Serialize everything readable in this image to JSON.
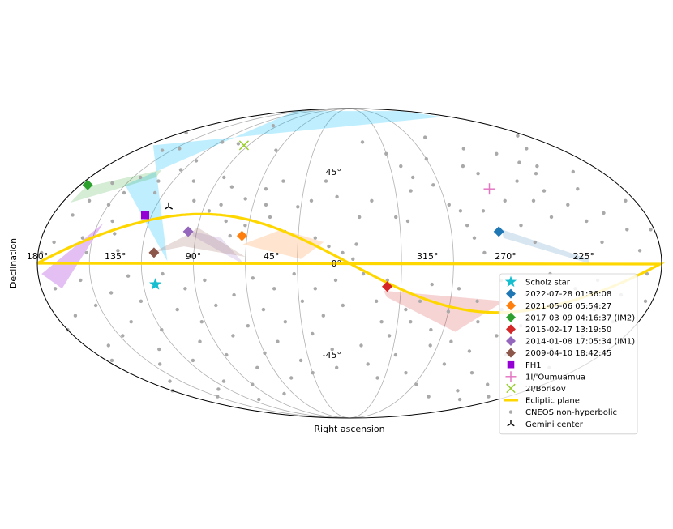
{
  "chart_data": {
    "type": "scatter",
    "projection": "mollweide",
    "xlabel": "Right ascension",
    "ylabel": "Declination",
    "grid": true,
    "legend_position": "lower-right",
    "ra_ticks": [
      {
        "value": 315,
        "label": "315°"
      },
      {
        "value": 270,
        "label": "270°"
      },
      {
        "value": 225,
        "label": "225°"
      },
      {
        "value": 180,
        "label": "180°"
      },
      {
        "value": 135,
        "label": "135°"
      },
      {
        "value": 90,
        "label": "90°"
      },
      {
        "value": 45,
        "label": "45°"
      }
    ],
    "dec_ticks": [
      {
        "value": 45,
        "label": "45°"
      },
      {
        "value": 0,
        "label": "0°"
      },
      {
        "value": -45,
        "label": "-45°"
      }
    ],
    "colors": {
      "scholz": "#17becf",
      "blue": "#1f77b4",
      "orange": "#ff7f0e",
      "green": "#2ca02c",
      "red": "#d62728",
      "purple": "#9467bd",
      "brown": "#8c564b",
      "fh1": "#9400d3",
      "oumuamua": "#e377c2",
      "borisov": "#9acd32",
      "ecliptic": "#ffd700",
      "cneos": "#a9a9a9",
      "gemini": "#000000"
    },
    "regions": [
      {
        "series": "Scholz star",
        "color": "#00bfff",
        "opacity": 0.25,
        "points": [
          [
            191,
            86
          ],
          [
            176,
            86
          ],
          [
            150,
            38
          ],
          [
            105,
            1
          ],
          [
            175,
            60
          ],
          [
            196,
            80
          ]
        ]
      },
      {
        "series": "2022-07-28 01:36:08",
        "color": "#1f77b4",
        "opacity": 0.18,
        "points": [
          [
            270,
            16
          ],
          [
            222,
            2
          ],
          [
            222,
            0
          ],
          [
            270,
            12
          ]
        ]
      },
      {
        "series": "2021-05-06 05:54:27",
        "color": "#ff7f0e",
        "opacity": 0.2,
        "points": [
          [
            40,
            16
          ],
          [
            15,
            10
          ],
          [
            28,
            2
          ],
          [
            62,
            9
          ]
        ]
      },
      {
        "series": "2017-03-09 04:16:37 (IM2)",
        "color": "#2ca02c",
        "opacity": 0.2,
        "points": [
          [
            175,
            37
          ],
          [
            136,
            46
          ],
          [
            134,
            42
          ],
          [
            175,
            29
          ]
        ]
      },
      {
        "series": "2015-02-17 13:19:50",
        "color": "#d62728",
        "opacity": 0.2,
        "points": [
          [
            340,
            -13
          ],
          [
            268,
            -18
          ],
          [
            292,
            -33
          ],
          [
            338,
            -16
          ]
        ]
      },
      {
        "series": "2014-01-08 17:05:34 (IM1)",
        "color": "#9467bd",
        "opacity": 0.2,
        "points": [
          [
            92,
            13
          ],
          [
            60,
            -1
          ],
          [
            75,
            12
          ],
          [
            92,
            15
          ]
        ]
      },
      {
        "series": "2009-04-10 18:42:45",
        "color": "#8c564b",
        "opacity": 0.2,
        "points": [
          [
            114,
            5
          ],
          [
            96,
            8
          ],
          [
            60,
            3
          ],
          [
            90,
            17
          ],
          [
            94,
            14
          ]
        ]
      },
      {
        "series": "FH1",
        "color": "#9400d3",
        "opacity": 0.25,
        "points": [
          [
            147,
            19
          ],
          [
            168,
            -12
          ],
          [
            178,
            -5
          ]
        ]
      }
    ],
    "series": [
      {
        "name": "Scholz star",
        "marker": "star",
        "color": "#17becf",
        "points": [
          [
            113,
            -10
          ]
        ]
      },
      {
        "name": "2022-07-28 01:36:08",
        "marker": "diamond",
        "color": "#1f77b4",
        "points": [
          [
            272,
            15
          ]
        ]
      },
      {
        "name": "2021-05-06 05:54:27",
        "marker": "diamond",
        "color": "#ff7f0e",
        "points": [
          [
            63,
            13
          ]
        ]
      },
      {
        "name": "2017-03-09 04:16:37 (IM2)",
        "marker": "diamond",
        "color": "#2ca02c",
        "points": [
          [
            175,
            38
          ]
        ]
      },
      {
        "name": "2015-02-17 13:19:50",
        "marker": "diamond",
        "color": "#d62728",
        "points": [
          [
            338,
            -11
          ]
        ]
      },
      {
        "name": "2014-01-08 17:05:34 (IM1)",
        "marker": "diamond",
        "color": "#9467bd",
        "points": [
          [
            95,
            15
          ]
        ]
      },
      {
        "name": "2009-04-10 18:42:45",
        "marker": "diamond",
        "color": "#8c564b",
        "points": [
          [
            113,
            5
          ]
        ]
      },
      {
        "name": "FH1",
        "marker": "square",
        "color": "#9400d3",
        "points": [
          [
            124,
            23
          ]
        ]
      },
      {
        "name": "1I/'Oumuamua",
        "marker": "plus",
        "color": "#e377c2",
        "points": [
          [
            268,
            36
          ]
        ]
      },
      {
        "name": "2I/Borisov",
        "marker": "x",
        "color": "#9acd32",
        "points": [
          [
            94,
            60
          ]
        ]
      },
      {
        "name": "Ecliptic plane",
        "marker": "line",
        "color": "#ffd700",
        "points": []
      },
      {
        "name": "CNEOS non-hyperbolic",
        "marker": "dot",
        "color": "#a9a9a9",
        "points": []
      },
      {
        "name": "Gemini center",
        "marker": "tri",
        "color": "#000000",
        "points": [
          [
            112,
            27
          ]
        ]
      }
    ],
    "cneos_points": [
      [
        348,
        62
      ],
      [
        330,
        55
      ],
      [
        322,
        48
      ],
      [
        300,
        52
      ],
      [
        285,
        65
      ],
      [
        262,
        58
      ],
      [
        240,
        55
      ],
      [
        231,
        50
      ],
      [
        221,
        48
      ],
      [
        208,
        58
      ],
      [
        189,
        66
      ],
      [
        175,
        68
      ],
      [
        158,
        57
      ],
      [
        146,
        58
      ],
      [
        145,
        42
      ],
      [
        118,
        62
      ],
      [
        101,
        61
      ],
      [
        96,
        73
      ],
      [
        118,
        51
      ],
      [
        62,
        57
      ],
      [
        87,
        42
      ],
      [
        78,
        37
      ],
      [
        45,
        40
      ],
      [
        32,
        27
      ],
      [
        62,
        18
      ],
      [
        48,
        22
      ],
      [
        38,
        15
      ],
      [
        20,
        12
      ],
      [
        12,
        8
      ],
      [
        4,
        5
      ],
      [
        358,
        2
      ],
      [
        356,
        9
      ],
      [
        354,
        22
      ],
      [
        346,
        30
      ],
      [
        332,
        22
      ],
      [
        325,
        20
      ],
      [
        320,
        35
      ],
      [
        316,
        42
      ],
      [
        304,
        38
      ],
      [
        298,
        28
      ],
      [
        292,
        25
      ],
      [
        290,
        18
      ],
      [
        287,
        12
      ],
      [
        282,
        5
      ],
      [
        278,
        25
      ],
      [
        276,
        48
      ],
      [
        269,
        44
      ],
      [
        262,
        30
      ],
      [
        258,
        18
      ],
      [
        252,
        10
      ],
      [
        246,
        40
      ],
      [
        244,
        30
      ],
      [
        238,
        22
      ],
      [
        233,
        35
      ],
      [
        228,
        44
      ],
      [
        224,
        28
      ],
      [
        218,
        20
      ],
      [
        213,
        10
      ],
      [
        210,
        36
      ],
      [
        205,
        24
      ],
      [
        200,
        45
      ],
      [
        196,
        16
      ],
      [
        192,
        6
      ],
      [
        186,
        30
      ],
      [
        182,
        16
      ],
      [
        178,
        5
      ],
      [
        172,
        10
      ],
      [
        168,
        23
      ],
      [
        164,
        30
      ],
      [
        160,
        39
      ],
      [
        156,
        12
      ],
      [
        152,
        5
      ],
      [
        150,
        28
      ],
      [
        146,
        34
      ],
      [
        142,
        20
      ],
      [
        138,
        14
      ],
      [
        134,
        6
      ],
      [
        130,
        40
      ],
      [
        126,
        34
      ],
      [
        122,
        46
      ],
      [
        106,
        40
      ],
      [
        98,
        30
      ],
      [
        86,
        25
      ],
      [
        80,
        28
      ],
      [
        74,
        20
      ],
      [
        70,
        13
      ],
      [
        66,
        31
      ],
      [
        55,
        36
      ],
      [
        52,
        28
      ],
      [
        24,
        30
      ],
      [
        16,
        40
      ],
      [
        8,
        32
      ],
      [
        352,
        -5
      ],
      [
        344,
        -18
      ],
      [
        340,
        -28
      ],
      [
        334,
        -35
      ],
      [
        327,
        -45
      ],
      [
        322,
        -28
      ],
      [
        318,
        -18
      ],
      [
        312,
        -10
      ],
      [
        308,
        -32
      ],
      [
        305,
        -40
      ],
      [
        300,
        -23
      ],
      [
        296,
        -12
      ],
      [
        292,
        -38
      ],
      [
        288,
        -50
      ],
      [
        284,
        -18
      ],
      [
        280,
        -28
      ],
      [
        276,
        -43
      ],
      [
        272,
        -8
      ],
      [
        268,
        -22
      ],
      [
        264,
        -35
      ],
      [
        260,
        -55
      ],
      [
        256,
        -15
      ],
      [
        252,
        -30
      ],
      [
        248,
        -45
      ],
      [
        244,
        -5
      ],
      [
        240,
        -20
      ],
      [
        236,
        -38
      ],
      [
        232,
        -62
      ],
      [
        228,
        -12
      ],
      [
        224,
        -28
      ],
      [
        220,
        -42
      ],
      [
        216,
        -8
      ],
      [
        212,
        -22
      ],
      [
        208,
        -35
      ],
      [
        204,
        -52
      ],
      [
        200,
        -15
      ],
      [
        196,
        -28
      ],
      [
        192,
        -45
      ],
      [
        188,
        -5
      ],
      [
        184,
        -18
      ],
      [
        180,
        -32
      ],
      [
        176,
        -48
      ],
      [
        172,
        -12
      ],
      [
        168,
        -25
      ],
      [
        164,
        -40
      ],
      [
        160,
        -60
      ],
      [
        156,
        -8
      ],
      [
        152,
        -20
      ],
      [
        148,
        -35
      ],
      [
        144,
        -50
      ],
      [
        140,
        -14
      ],
      [
        136,
        -28
      ],
      [
        132,
        -42
      ],
      [
        128,
        -6
      ],
      [
        124,
        -18
      ],
      [
        120,
        -32
      ],
      [
        116,
        -48
      ],
      [
        112,
        -60
      ],
      [
        108,
        -5
      ],
      [
        104,
        -22
      ],
      [
        100,
        -38
      ],
      [
        96,
        -12
      ],
      [
        92,
        -28
      ],
      [
        88,
        -45
      ],
      [
        84,
        -8
      ],
      [
        80,
        -20
      ],
      [
        76,
        -35
      ],
      [
        72,
        -52
      ],
      [
        68,
        -15
      ],
      [
        64,
        -30
      ],
      [
        60,
        -44
      ],
      [
        56,
        -7
      ],
      [
        52,
        -22
      ],
      [
        48,
        -38
      ],
      [
        44,
        -12
      ],
      [
        40,
        -28
      ],
      [
        36,
        -48
      ],
      [
        32,
        -5
      ],
      [
        28,
        -18
      ],
      [
        24,
        -34
      ],
      [
        20,
        -12
      ],
      [
        16,
        -25
      ],
      [
        12,
        -42
      ],
      [
        8,
        -8
      ],
      [
        4,
        -20
      ],
      [
        338,
        -8
      ],
      [
        326,
        -22
      ],
      [
        314,
        -55
      ],
      [
        298,
        -62
      ],
      [
        270,
        -70
      ],
      [
        250,
        -66
      ],
      [
        226,
        -72
      ],
      [
        202,
        -70
      ],
      [
        180,
        -66
      ],
      [
        150,
        -70
      ],
      [
        130,
        -65
      ],
      [
        110,
        -72
      ],
      [
        90,
        -62
      ],
      [
        70,
        -68
      ],
      [
        50,
        -58
      ],
      [
        30,
        -55
      ],
      [
        10,
        -52
      ],
      [
        352,
        -40
      ],
      [
        346,
        -50
      ],
      [
        336,
        -58
      ]
    ],
    "legend": [
      {
        "label": "Scholz star",
        "marker": "star",
        "color": "#17becf"
      },
      {
        "label": "2022-07-28 01:36:08",
        "marker": "diamond",
        "color": "#1f77b4"
      },
      {
        "label": "2021-05-06 05:54:27",
        "marker": "diamond",
        "color": "#ff7f0e"
      },
      {
        "label": "2017-03-09 04:16:37 (IM2)",
        "marker": "diamond",
        "color": "#2ca02c"
      },
      {
        "label": "2015-02-17 13:19:50",
        "marker": "diamond",
        "color": "#d62728"
      },
      {
        "label": "2014-01-08 17:05:34 (IM1)",
        "marker": "diamond",
        "color": "#9467bd"
      },
      {
        "label": "2009-04-10 18:42:45",
        "marker": "diamond",
        "color": "#8c564b"
      },
      {
        "label": "FH1",
        "marker": "square",
        "color": "#9400d3"
      },
      {
        "label": "1I/'Oumuamua",
        "marker": "plus",
        "color": "#e377c2"
      },
      {
        "label": "2I/Borisov",
        "marker": "x",
        "color": "#9acd32"
      },
      {
        "label": "Ecliptic plane",
        "marker": "line",
        "color": "#ffd700"
      },
      {
        "label": "CNEOS non-hyperbolic",
        "marker": "dot",
        "color": "#a9a9a9"
      },
      {
        "label": "Gemini center",
        "marker": "tri",
        "color": "#000000"
      }
    ]
  }
}
